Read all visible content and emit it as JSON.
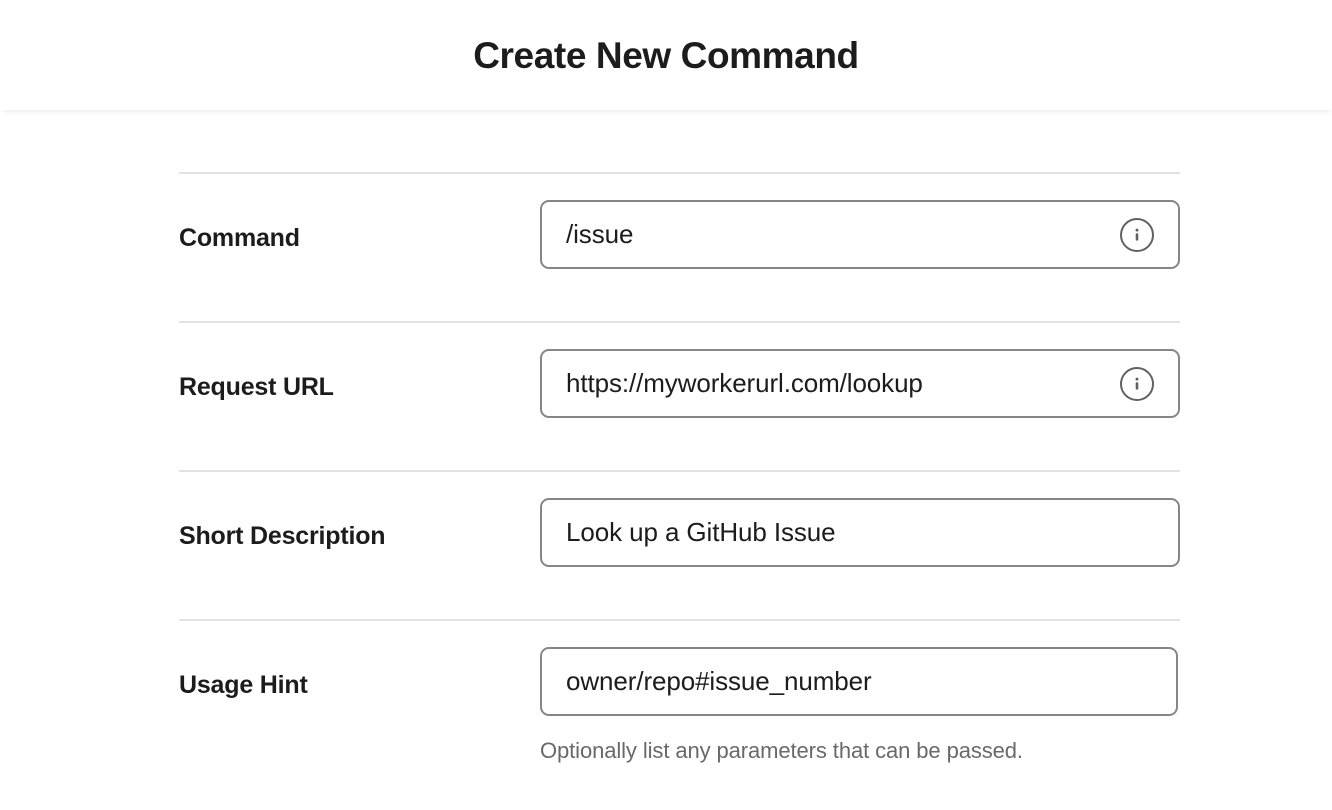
{
  "header": {
    "title": "Create New Command"
  },
  "form": {
    "rows": [
      {
        "label": "Command",
        "value": "/issue",
        "placeholder": "",
        "has_info_icon": true,
        "info_icon": "info-circle-icon",
        "help": ""
      },
      {
        "label": "Request URL",
        "value": "https://myworkerurl.com/lookup",
        "placeholder": "",
        "has_info_icon": true,
        "info_icon": "info-circle-icon",
        "help": ""
      },
      {
        "label": "Short Description",
        "value": "Look up a GitHub Issue",
        "placeholder": "",
        "has_info_icon": false,
        "info_icon": "",
        "help": ""
      },
      {
        "label": "Usage Hint",
        "value": "owner/repo#issue_number",
        "placeholder": "",
        "has_info_icon": false,
        "info_icon": "",
        "help": "Optionally list any parameters that can be passed."
      }
    ]
  },
  "colors": {
    "text": "#1d1c1d",
    "muted": "#696969",
    "border": "#868686",
    "divider": "#e2e2e2",
    "background": "#ffffff"
  }
}
